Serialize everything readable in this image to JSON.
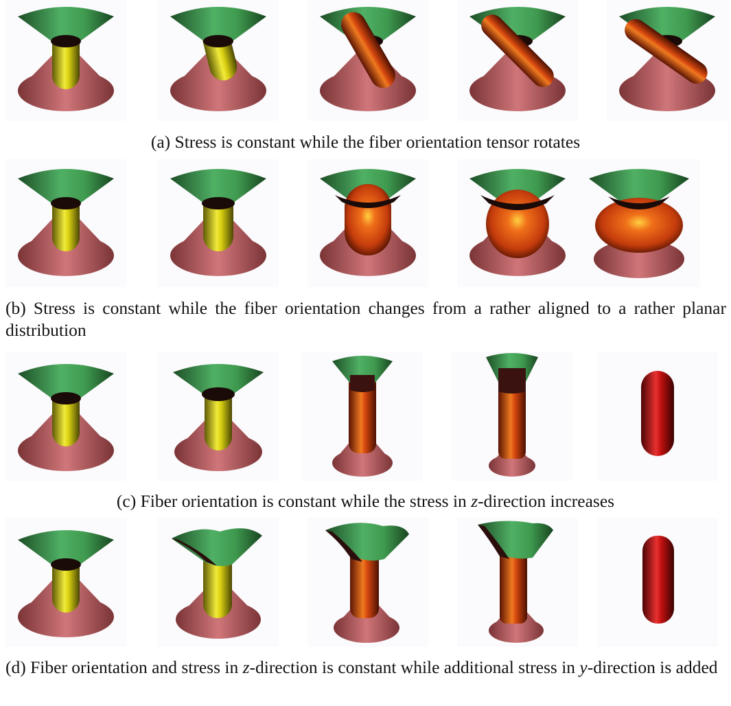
{
  "captions": {
    "a": "(a) Stress is constant while the fiber orientation tensor rotates",
    "b": "(b) Stress is constant while the fiber orientation changes from a rather aligned to a rather planar distribution",
    "c_pre": "(c) Fiber orientation is constant while the stress in ",
    "c_var": "z",
    "c_post": "-direction increases",
    "d_pre": "(d) Fiber orientation and stress in ",
    "d_var1": "z",
    "d_mid": "-direction is constant while additional stress in ",
    "d_var2": "y",
    "d_post": "-direction is added"
  },
  "colors": {
    "cone_top": "#3f9a4f",
    "cone_bottom": "#c86468",
    "fiber_yellow": "#d8cf12",
    "fiber_orange": "#d4470f",
    "fiber_red": "#c01010",
    "panel_bg": "#fbfafc"
  }
}
